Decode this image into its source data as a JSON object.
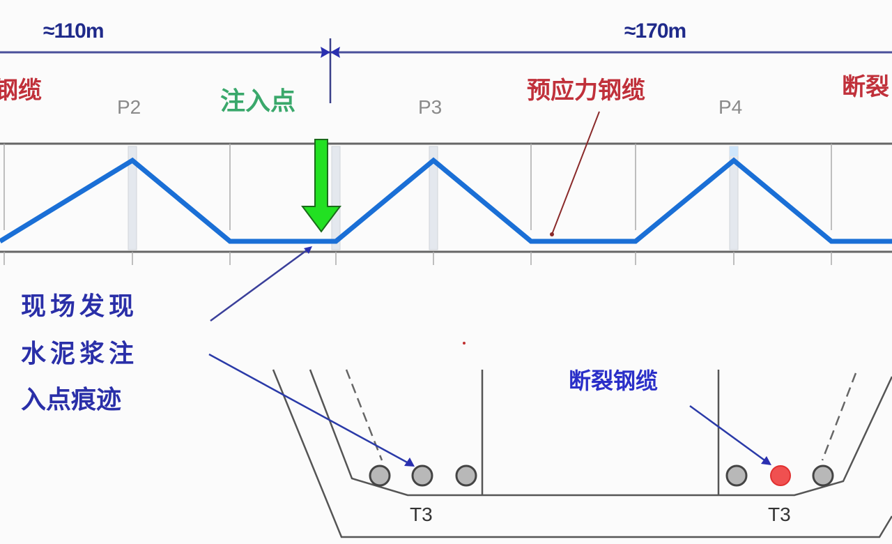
{
  "dimensions": {
    "left_span": "≈110m",
    "right_span": "≈170m"
  },
  "piers": [
    "P2",
    "P3",
    "P4"
  ],
  "labels": {
    "left_cut": "钢缆",
    "injection_point": "注入点",
    "prestressed_cable": "预应力钢缆",
    "right_cut": "断裂",
    "finding_line1": "现场发现",
    "finding_line2": "水泥浆注",
    "finding_line3": "入点痕迹",
    "broken_cable": "断裂钢缆",
    "section_left": "T3",
    "section_right": "T3"
  },
  "colors": {
    "tendon": "#1a6fd6",
    "arrow_green": "#22e022",
    "dim_line": "#3a3f9a",
    "broken_cable": "#f05050",
    "cable": "#b8b8b8"
  }
}
